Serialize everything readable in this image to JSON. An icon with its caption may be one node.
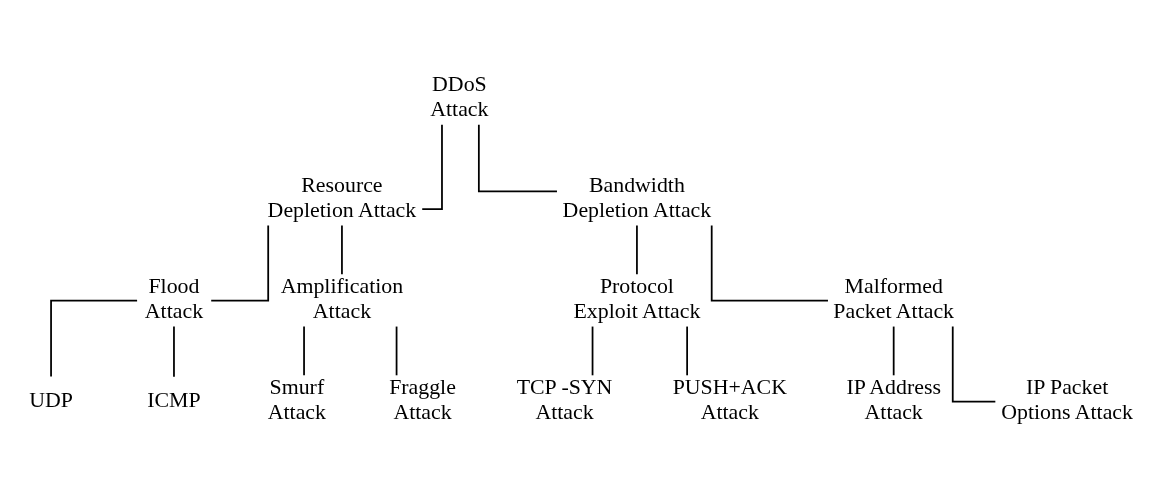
{
  "diagram": {
    "nodes": [
      {
        "text": [
          "DDoS Attack"
        ]
      },
      {
        "text": [
          "Resource Depletion Attack"
        ]
      },
      {
        "text": [
          "Bandwidth Depletion Attack"
        ]
      },
      {
        "text": [
          "Flood Attack"
        ]
      },
      {
        "text": [
          "Amplification Attack"
        ]
      },
      {
        "text": [
          "Protocol Exploit Attack"
        ]
      },
      {
        "text": [
          "Malformed Packet Attack"
        ]
      },
      {
        "text": [
          "UDP"
        ]
      },
      {
        "text": [
          "ICMP"
        ]
      },
      {
        "text": [
          "Smurf Attack"
        ]
      },
      {
        "text": [
          "Fraggle Attack"
        ]
      },
      {
        "text": [
          "TCP -SYN Attack"
        ]
      },
      {
        "text": [
          "PUSH+ACK Attack"
        ]
      },
      {
        "text": [
          "IP Address Attack"
        ]
      },
      {
        "text": [
          "IP Packet Options Attack"
        ]
      }
    ],
    "edges": [
      {
        "from": 0,
        "to": 1,
        "arrow": "none"
      },
      {
        "from": 0,
        "to": 2,
        "arrow": "none"
      },
      {
        "from": 1,
        "to": 3,
        "arrow": "none"
      },
      {
        "from": 1,
        "to": 4,
        "arrow": "none"
      },
      {
        "from": 2,
        "to": 5,
        "arrow": "none"
      },
      {
        "from": 2,
        "to": 6,
        "arrow": "none"
      },
      {
        "from": 3,
        "to": 7,
        "arrow": "none"
      },
      {
        "from": 3,
        "to": 8,
        "arrow": "none"
      },
      {
        "from": 4,
        "to": 9,
        "arrow": "none"
      },
      {
        "from": 4,
        "to": 10,
        "arrow": "none"
      },
      {
        "from": 5,
        "to": 11,
        "arrow": "none"
      },
      {
        "from": 5,
        "to": 12,
        "arrow": "none"
      },
      {
        "from": 6,
        "to": 13,
        "arrow": "none"
      },
      {
        "from": 6,
        "to": 14,
        "arrow": "none"
      }
    ]
  }
}
